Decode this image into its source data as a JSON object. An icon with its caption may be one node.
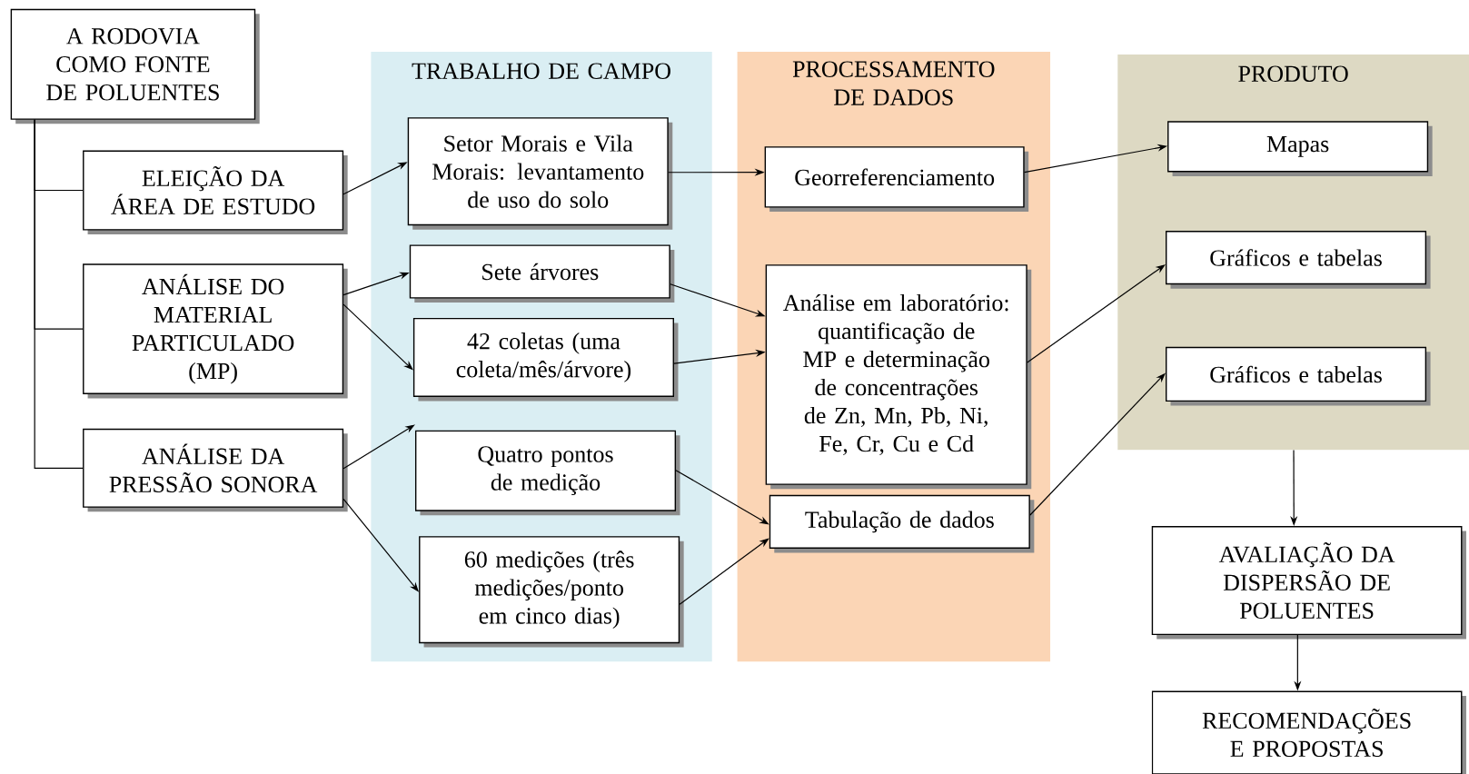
{
  "diagram": {
    "nodes": [
      {
        "text": [
          "A RODOVIA COMO FONTE DE POLUENTES"
        ]
      },
      {
        "text": [
          "ELEIÇÃO DA ÁREA DE ESTUDO"
        ]
      },
      {
        "text": [
          "ANÁLISE DO MATERIAL PARTICULADO (MP)"
        ]
      },
      {
        "text": [
          "ANÁLISE DA PRESSÃO SONORA"
        ]
      },
      {
        "text": [
          "TRABALHO DE CAMPO"
        ]
      },
      {
        "text": [
          "Setor Morais e Vila Morais: levantamento de uso do solo"
        ],
        "in": 4
      },
      {
        "text": [
          "Sete árvores"
        ],
        "in": 4
      },
      {
        "text": [
          "42 coletas (uma coleta/mês/árvore)"
        ],
        "in": 4
      },
      {
        "text": [
          "Quatro pontos de medição"
        ],
        "in": 4
      },
      {
        "text": [
          "60 medições (três medições/ponto em cinco dias)"
        ],
        "in": 4
      },
      {
        "text": [
          "PROCESSAMENTO DE DADOS"
        ]
      },
      {
        "text": [
          "Georreferenciamento"
        ],
        "in": 10
      },
      {
        "text": [
          "Análise em laboratório: quantificação de MP e determinação de concentrações de Zn, Mn, Pb, Ni, Fe, Cr, Cu e Cd"
        ],
        "in": 10
      },
      {
        "text": [
          "Tabulação de dados"
        ],
        "in": 10
      },
      {
        "text": [
          "PRODUTO"
        ]
      },
      {
        "text": [
          "Mapas"
        ],
        "in": 14
      },
      {
        "text": [
          "Gráficos e tabelas"
        ],
        "in": 14
      },
      {
        "text": [
          "Gráficos e tabelas"
        ],
        "in": 14
      },
      {
        "text": [
          "AVALIAÇÃO DA DISPERSÃO DE POLUENTES"
        ]
      },
      {
        "text": [
          "RECOMENDAÇÕES E PROPOSTAS"
        ]
      }
    ],
    "edges": [
      {
        "from": 0,
        "to": 1,
        "arrow": "none"
      },
      {
        "from": 0,
        "to": 2,
        "arrow": "none"
      },
      {
        "from": 0,
        "to": 3,
        "arrow": "none"
      },
      {
        "from": 1,
        "to": 5,
        "arrow": "to"
      },
      {
        "from": 2,
        "to": 6,
        "arrow": "to"
      },
      {
        "from": 2,
        "to": 7,
        "arrow": "to"
      },
      {
        "from": 3,
        "to": 8,
        "arrow": "to"
      },
      {
        "from": 3,
        "to": 9,
        "arrow": "to"
      },
      {
        "from": 5,
        "to": 11,
        "arrow": "to"
      },
      {
        "from": 6,
        "to": 12,
        "arrow": "to"
      },
      {
        "from": 7,
        "to": 12,
        "arrow": "to"
      },
      {
        "from": 8,
        "to": 13,
        "arrow": "to"
      },
      {
        "from": 9,
        "to": 13,
        "arrow": "to"
      },
      {
        "from": 11,
        "to": 15,
        "arrow": "to"
      },
      {
        "from": 12,
        "to": 16,
        "arrow": "to"
      },
      {
        "from": 13,
        "to": 17,
        "arrow": "to"
      },
      {
        "from": 14,
        "to": 18,
        "arrow": "to"
      },
      {
        "from": 18,
        "to": 19,
        "arrow": "to"
      }
    ]
  }
}
